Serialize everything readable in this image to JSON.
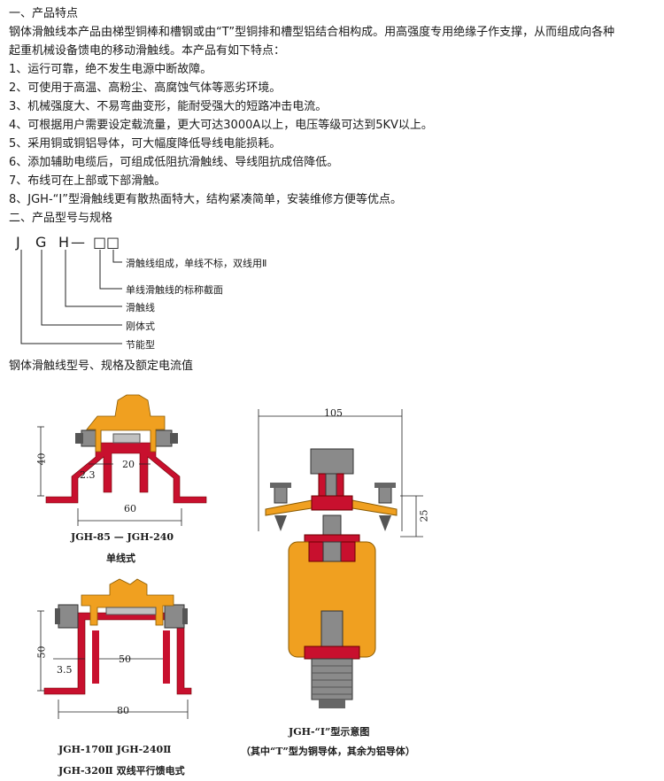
{
  "intro": {
    "heading1": "一、产品特点",
    "para_line1": "钢体滑触线本产品由梯型铜棒和槽钢或由“T”型铜排和槽型铝结合相构成。用高强度专用绝缘子作支撑，从而组成向各种",
    "para_line2": "起重机械设备馈电的移动滑触线。本产品有如下特点：",
    "features": [
      "1、运行可靠，绝不发生电源中断故障。",
      "2、可使用于高温、高粉尘、高腐蚀气体等恶劣环境。",
      "3、机械强度大、不易弯曲变形，能耐受强大的短路冲击电流。",
      "4、可根据用户需要设定载流量，更大可达3000A以上，电压等级可达到5KV以上。",
      "5、采用铜或铜铝导体，可大幅度降低导线电能损耗。",
      "6、添加辅助电缆后，可组成低阻抗滑触线、导线阻抗成倍降低。",
      "7、布线可在上部或下部滑触。",
      "8、JGH-“I”型滑触线更有散热面特大，结构紧凑简单，安装维修方便等优点。"
    ],
    "heading2": "二、产品型号与规格"
  },
  "model_code": {
    "letters": [
      "J",
      "G",
      "H"
    ],
    "dash": "—",
    "boxes": [
      "□",
      "□"
    ],
    "labels": [
      "滑触线组成，单线不标，双线用Ⅱ",
      "单线滑触线的标称截面",
      "滑触线",
      "刚体式",
      "节能型"
    ]
  },
  "section_title": "钢体滑触线型号、规格及额定电流值",
  "diagram_single": {
    "dim_height": "40",
    "dim_gap": "2.3",
    "dim_inner": "20",
    "dim_width": "60",
    "caption_model": "JGH-85 — JGH-240",
    "caption_type": "单线式"
  },
  "diagram_double": {
    "dim_height": "50",
    "dim_gap": "3.5",
    "dim_inner": "50",
    "dim_width": "80",
    "caption_models_line1": "JGH-170Ⅱ   JGH-240Ⅱ",
    "caption_models_line2": "JGH-320Ⅱ   双线平行馈电式"
  },
  "diagram_i_type": {
    "dim_width": "105",
    "dim_height": "25",
    "caption_title": "JGH-“I”型示意图",
    "caption_note": "（其中“T”型为铜导体，其余为铝导体）"
  },
  "colors": {
    "copper_red": "#c8102e",
    "aluminum_orange": "#f0a020",
    "bolt_gray": "#8a8a8a"
  }
}
